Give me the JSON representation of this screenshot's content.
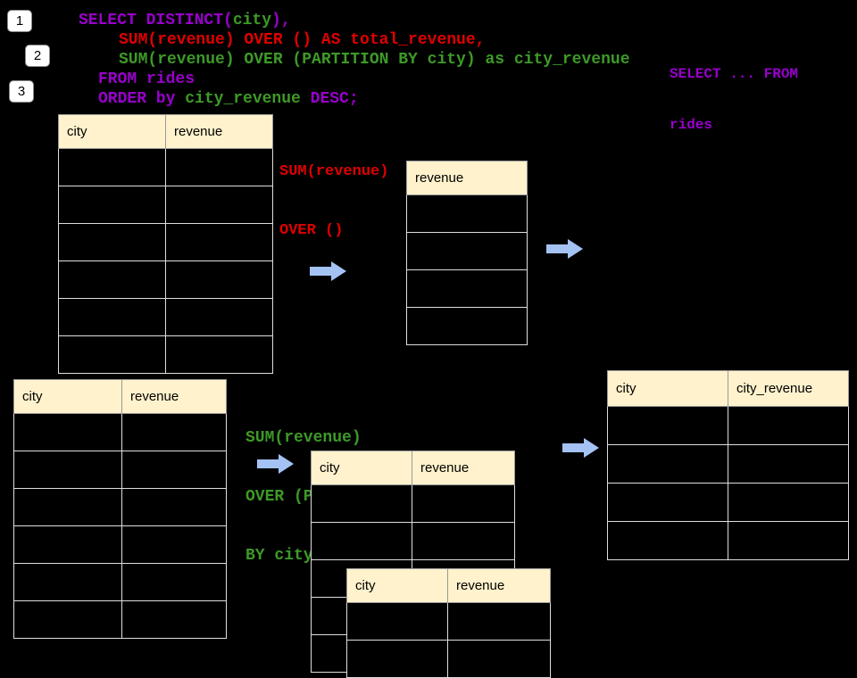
{
  "badges": {
    "b1": "1",
    "b2": "2",
    "b3": "3"
  },
  "code": {
    "l1_a": "SELECT DISTINCT(",
    "l1_b": "city",
    "l1_c": "),",
    "l2": "SUM(revenue) OVER () AS total_revenue,",
    "l3": "SUM(revenue) OVER (PARTITION BY city) as city_revenue",
    "l4": "FROM rides",
    "l5_a": "ORDER by ",
    "l5_b": "city_revenue",
    "l5_c": " DESC;"
  },
  "side_note": {
    "line1": "SELECT ... FROM",
    "line2": "rides"
  },
  "labels": {
    "total": {
      "line1": "SUM(revenue)",
      "line2": "OVER ()"
    },
    "partition": {
      "line1": "SUM(revenue)",
      "line2": "OVER (PARTITION",
      "line3": "BY city)"
    }
  },
  "tables": {
    "source_top": {
      "headers": [
        "city",
        "revenue"
      ]
    },
    "total_revenue": {
      "headers": [
        "revenue"
      ]
    },
    "source_bottom": {
      "headers": [
        "city",
        "revenue"
      ]
    },
    "partition_mid": {
      "headers": [
        "city",
        "revenue"
      ]
    },
    "partition_overlay": {
      "headers": [
        "city",
        "revenue"
      ]
    },
    "city_revenue": {
      "headers": [
        "city",
        "city_revenue"
      ]
    }
  },
  "icons": {
    "flow_arrow": "block-arrow-right"
  },
  "colors": {
    "purple": "#9900cc",
    "red": "#e00000",
    "green": "#3d9a27",
    "arrow": "#a4c2f4",
    "header_bg": "#fff2cc"
  }
}
